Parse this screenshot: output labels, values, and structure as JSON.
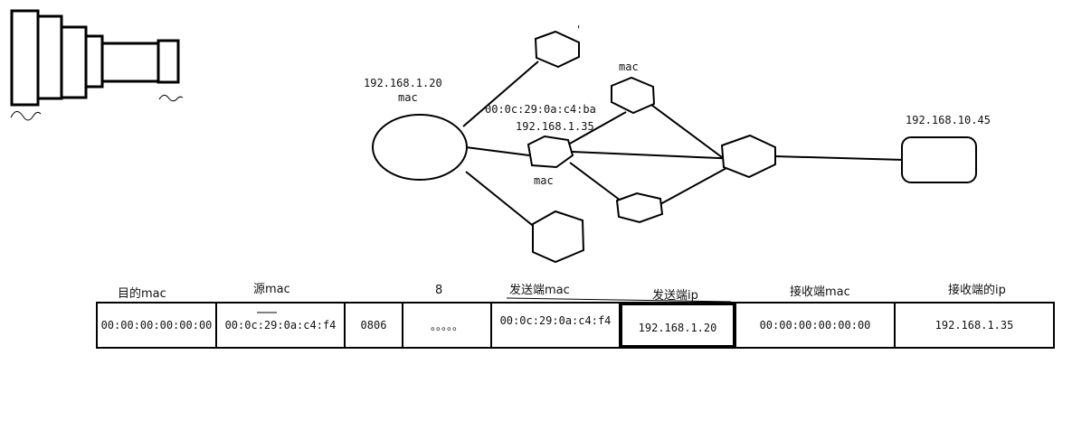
{
  "diagram": {
    "node_labels": {
      "host_ip": "192.168.1.20",
      "host_mac": "mac",
      "switch_mac_addr": "00:0c:29:0a:c4:ba",
      "switch_ip": "192.168.1.35",
      "switch_mac": "mac",
      "top_router_mac": "mac",
      "remote_ip": "192.168.10.45",
      "top_tick": "'"
    }
  },
  "frame": {
    "headers": [
      "目的mac",
      "源mac",
      "8",
      "发送端mac",
      "发送端ip",
      "接收端mac",
      "接收端的ip"
    ],
    "cells": [
      "00:00:00:00:00:00",
      "00:0c:29:0a:c4:f4",
      "0806",
      "。。。。。",
      "00:0c:29:0a:c4:f4",
      "192.168.1.20",
      "00:00:00:00:00:00",
      "192.168.1.35"
    ]
  }
}
